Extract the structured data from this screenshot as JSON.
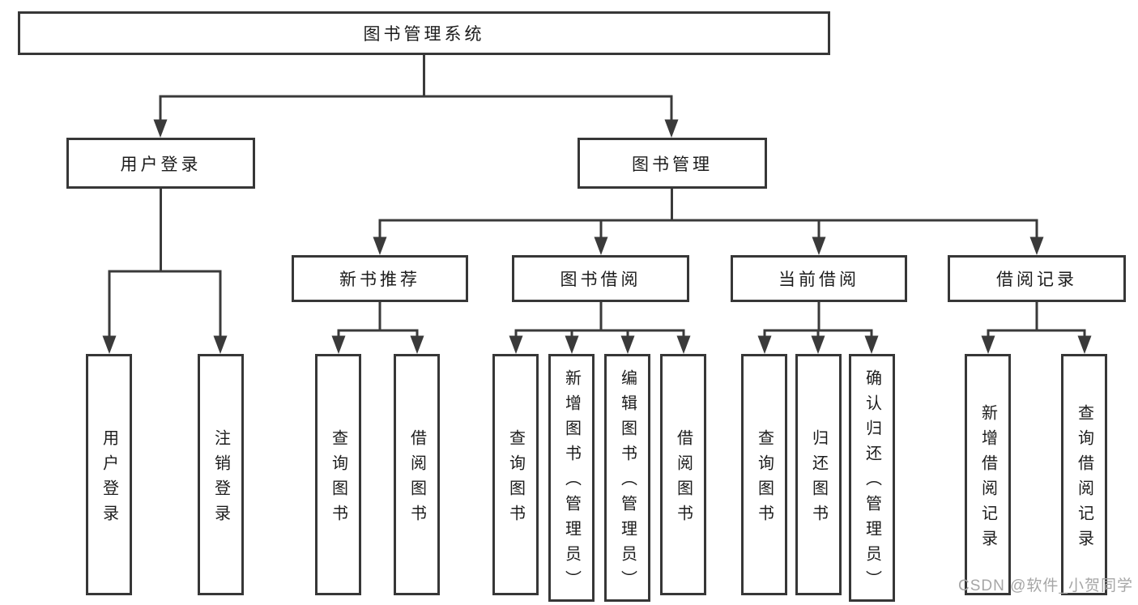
{
  "tree": {
    "root": "图书管理系统",
    "branches": [
      {
        "label": "用户登录",
        "children": [
          "用户登录",
          "注销登录"
        ]
      },
      {
        "label": "图书管理",
        "children": [
          {
            "label": "新书推荐",
            "children": [
              "查询图书",
              "借阅图书"
            ]
          },
          {
            "label": "图书借阅",
            "children": [
              "查询图书",
              "新增图书（管理员）",
              "编辑图书（管理员）",
              "借阅图书"
            ]
          },
          {
            "label": "当前借阅",
            "children": [
              "查询图书",
              "归还图书",
              "确认归还（管理员）"
            ]
          },
          {
            "label": "借阅记录",
            "children": [
              "新增借阅记录",
              "查询借阅记录"
            ]
          }
        ]
      }
    ]
  },
  "watermark": {
    "text": "CSDN @软件_小贺同学"
  },
  "colors": {
    "line": "#3a3a3a",
    "border": "#373737",
    "text": "#1c1c1c",
    "watermark": "#a6a6a6",
    "background": "#ffffff"
  }
}
